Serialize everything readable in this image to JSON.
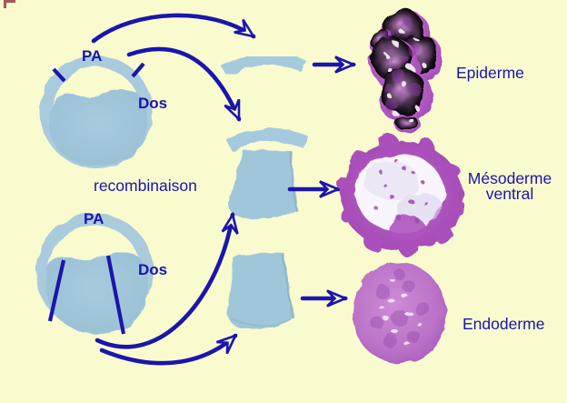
{
  "diagram": {
    "embryo_top": {
      "pa": "PA",
      "dos": "Dos"
    },
    "embryo_bottom": {
      "pa": "PA",
      "dos": "Dos"
    },
    "process_label": "recombinaison",
    "results": {
      "epiderme": "Epiderme",
      "mesoderme_line1": "Mésoderme",
      "mesoderme_line2": "ventral",
      "endoderme": "Endoderme"
    }
  },
  "colors": {
    "background": "#f9fbcf",
    "tissue_blue": "#a6cadd",
    "tissue_blue_dark": "#9dc3d7",
    "ink_blue": "#1b15ad",
    "histology_purple": "#b25cc2",
    "histology_pale": "#f8f6fc"
  }
}
